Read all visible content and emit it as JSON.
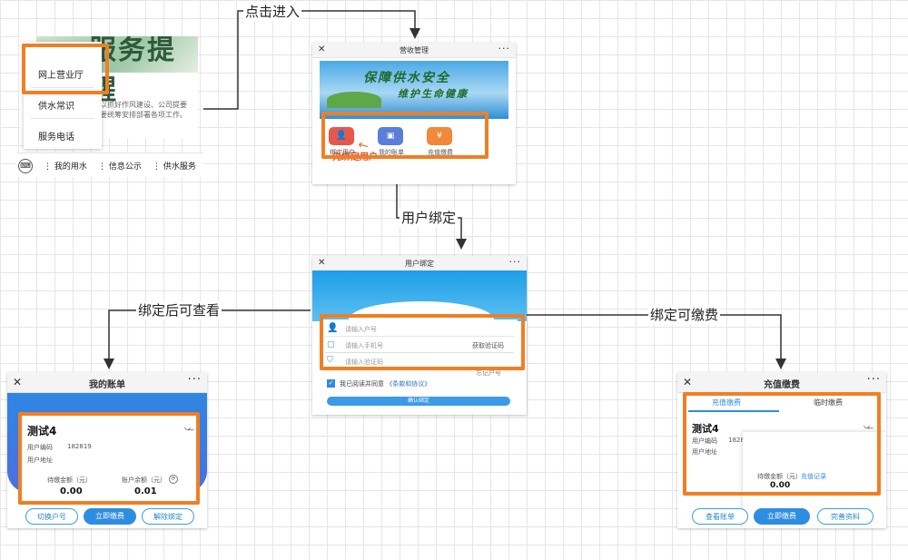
{
  "flow_labels": {
    "click_enter": "点击进入",
    "user_bind": "用户绑定",
    "after_bind_view": "绑定后可查看",
    "after_bind_pay": "绑定可缴费"
  },
  "menu_screen": {
    "banner_title": "服务提醒",
    "menu_items": [
      "网上营业厅",
      "供水常识",
      "服务电话"
    ],
    "snippet_line1": "以抓好作风建设、公司提要",
    "snippet_line2": "要统筹安排部署各项工作。",
    "bottom_tabs": [
      "我的用水",
      "信息公示",
      "供水服务"
    ]
  },
  "business_screen": {
    "title": "营收管理",
    "banner_line1": "保障供水安全",
    "banner_line2": "维护生命健康",
    "icons": [
      {
        "label": "绑定用户",
        "icon": "user-icon",
        "color": "#e8584a"
      },
      {
        "label": "我的账单",
        "icon": "bill-icon",
        "color": "#5b7fd8"
      },
      {
        "label": "充值缴费",
        "icon": "pay-icon",
        "color": "#ef8a3c"
      }
    ],
    "hint": "先绑定用户"
  },
  "bind_screen": {
    "title": "用户绑定",
    "fields": [
      {
        "placeholder": "请输入户号",
        "icon": "user-icon"
      },
      {
        "placeholder": "请输入手机号",
        "icon": "phone-icon",
        "action": "获取验证码"
      },
      {
        "placeholder": "请输入验证码",
        "icon": "shield-icon"
      }
    ],
    "faded_text": "忘记户号",
    "agree_text": "我已阅读并同意",
    "agree_link": "《条款和协议》",
    "confirm": "确认绑定"
  },
  "bill_screen": {
    "title": "我的账单",
    "account_name": "测试4",
    "user_code_label": "用户编码",
    "user_code": "182819",
    "address_label": "用户地址",
    "pending_label": "待缴金额（元）",
    "pending_value": "0.00",
    "balance_label": "账户余额（元）",
    "balance_value": "0.01",
    "btn_switch": "切换户号",
    "btn_pay": "立即缴费",
    "btn_unbind": "解除绑定"
  },
  "pay_screen": {
    "title": "充值缴费",
    "tabs": [
      "充值缴费",
      "临时缴费"
    ],
    "account_name": "测试4",
    "user_code_label": "用户编码",
    "user_code_partial": "1828",
    "address_label": "用户地址",
    "pending_label": "待缴金额（元）",
    "record_link": "充值记录",
    "pending_value": "0.00",
    "btn_bill": "查看账单",
    "btn_pay": "立即缴费",
    "btn_info": "完善资料"
  },
  "colors": {
    "highlight": "#f07f24",
    "primary_blue": "#2d8de0",
    "arrow": "#333333"
  }
}
